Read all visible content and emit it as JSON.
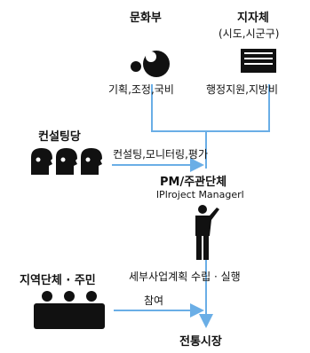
{
  "nodes": {
    "culture_ministry": "문화부",
    "local_gov": "지자체",
    "local_gov_sub": "(시도,시군구)",
    "consulting": "컨설팅당",
    "pm": "PM/주관단체",
    "pm_sub": "lPlroject Managerl",
    "community": "지역단체 · 주민",
    "market": "전통시장"
  },
  "edges": {
    "ministry_support": "기획,조정,국비",
    "local_support": "행정지원,지방비",
    "consulting_support": "컨설팅,모니터링,평가",
    "pm_task": "세부사업계획 수립 · 실행",
    "participation": "참여"
  },
  "colors": {
    "arrow": "#6aaee6",
    "dark": "#111111"
  },
  "icons": [
    "globe-icon",
    "document-stack-icon",
    "consultants-icon",
    "manager-icon",
    "community-icon"
  ]
}
